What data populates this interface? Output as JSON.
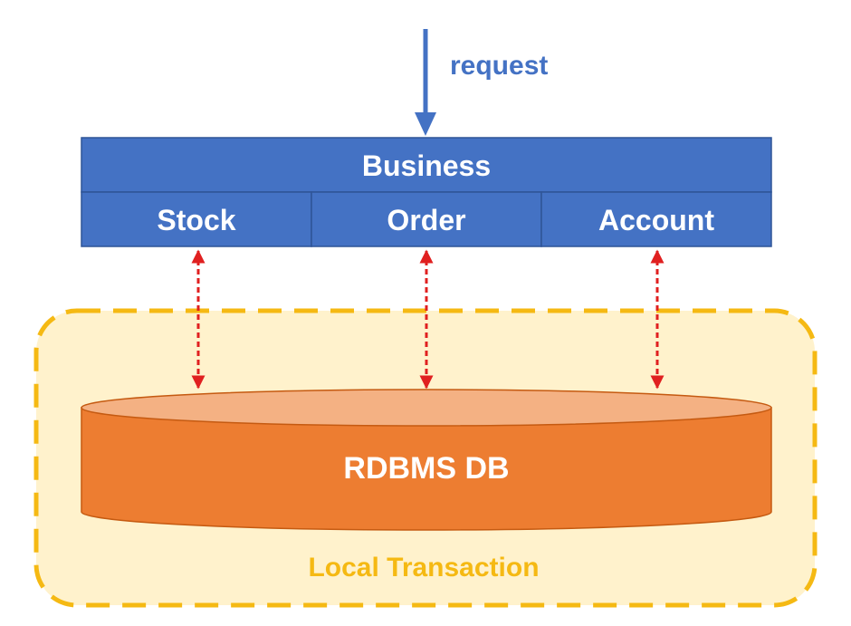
{
  "request_label": "request",
  "business": {
    "title": "Business",
    "modules": [
      "Stock",
      "Order",
      "Account"
    ]
  },
  "database": {
    "label": "RDBMS DB"
  },
  "boundary": {
    "label": "Local Transaction"
  },
  "colors": {
    "blue": "#4472C4",
    "blue_border": "#2F5597",
    "request_text": "#4472C4",
    "orange_body": "#ED7D31",
    "orange_top": "#F4B183",
    "orange_border": "#C55A11",
    "gold": "#F5B913",
    "cream": "#FFF2CC",
    "red_dash": "#E02020"
  }
}
